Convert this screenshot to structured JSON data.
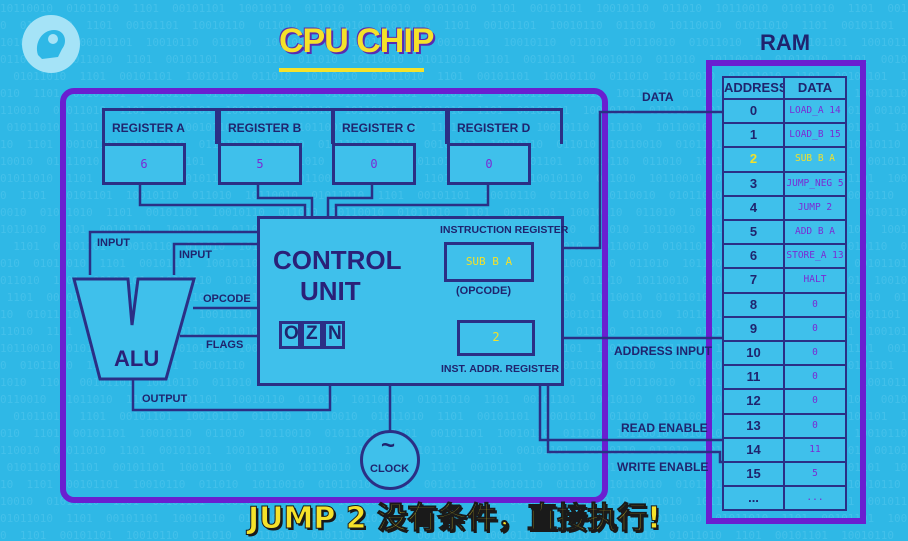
{
  "title": "CPU CHIP",
  "ram_title": "RAM",
  "registers": [
    {
      "label": "REGISTER A",
      "value": "6"
    },
    {
      "label": "REGISTER B",
      "value": "5"
    },
    {
      "label": "REGISTER C",
      "value": "0"
    },
    {
      "label": "REGISTER D",
      "value": "0"
    }
  ],
  "control_unit": {
    "line1": "CONTROL",
    "line2": "UNIT"
  },
  "instruction_register": {
    "label": "INSTRUCTION REGISTER",
    "value": "SUB B A",
    "sub_label": "(OPCODE)"
  },
  "inst_addr_register": {
    "label": "INST. ADDR. REGISTER",
    "value": "2"
  },
  "flags": [
    "O",
    "Z",
    "N"
  ],
  "alu": {
    "label": "ALU"
  },
  "wire_labels": {
    "input1": "INPUT",
    "input2": "INPUT",
    "opcode": "OPCODE",
    "flags": "FLAGS",
    "output": "OUTPUT",
    "data": "DATA",
    "address_input": "ADDRESS INPUT",
    "read_enable": "READ ENABLE",
    "write_enable": "WRITE ENABLE"
  },
  "clock": {
    "label": "CLOCK",
    "symbol": "~"
  },
  "ram": {
    "headers": {
      "address": "ADDRESS",
      "data": "DATA"
    },
    "rows": [
      {
        "address": "0",
        "data": "LOAD_A 14"
      },
      {
        "address": "1",
        "data": "LOAD_B 15"
      },
      {
        "address": "2",
        "data": "SUB B A",
        "highlight": true
      },
      {
        "address": "3",
        "data": "JUMP_NEG 5"
      },
      {
        "address": "4",
        "data": "JUMP 2"
      },
      {
        "address": "5",
        "data": "ADD B A"
      },
      {
        "address": "6",
        "data": "STORE_A 13"
      },
      {
        "address": "7",
        "data": "HALT"
      },
      {
        "address": "8",
        "data": "0"
      },
      {
        "address": "9",
        "data": "0"
      },
      {
        "address": "10",
        "data": "0"
      },
      {
        "address": "11",
        "data": "0"
      },
      {
        "address": "12",
        "data": "0"
      },
      {
        "address": "13",
        "data": "0"
      },
      {
        "address": "14",
        "data": "11"
      },
      {
        "address": "15",
        "data": "5"
      },
      {
        "address": "...",
        "data": "..."
      }
    ]
  },
  "subtitle": "JUMP 2 没有条件，直接执行!",
  "logo": "pbs-logo-icon",
  "colors": {
    "bg": "#2fb8e6",
    "line": "#2b2f85",
    "purple": "#6a1fd0",
    "value": "#7b2bd4",
    "highlight": "#f2e12a",
    "title": "#f5e22a"
  }
}
